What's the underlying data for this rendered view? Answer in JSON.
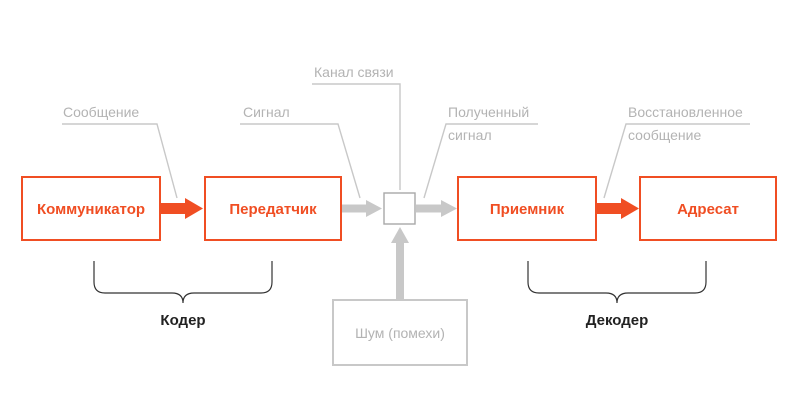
{
  "colors": {
    "accent": "#f04e23",
    "gray": "#c8c8c8",
    "text_gray": "#b3b3b3",
    "dark": "#222222",
    "brace": "#333333"
  },
  "boxes": {
    "communicator": "Коммуникатор",
    "transmitter": "Передатчик",
    "receiver": "Приемник",
    "addressee": "Адресат",
    "noise": "Шум (помехи)"
  },
  "callouts": {
    "message": "Сообщение",
    "signal": "Сигнал",
    "channel": "Канал связи",
    "received_line1": "Полученный",
    "received_line2": "сигнал",
    "restored_line1": "Восстановленное",
    "restored_line2": "сообщение"
  },
  "groups": {
    "coder": "Кодер",
    "decoder": "Декодер"
  }
}
